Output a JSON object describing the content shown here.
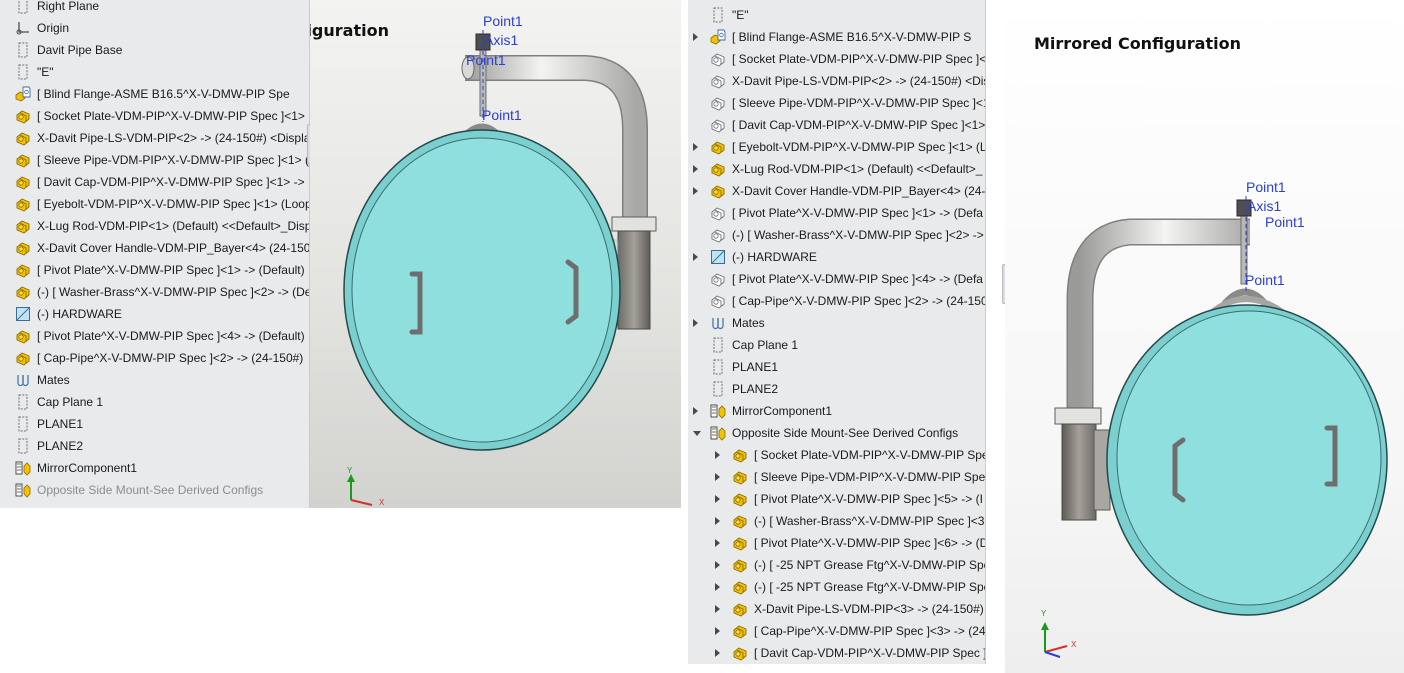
{
  "colors": {
    "panel_bg": "#e9eaec",
    "cover_fill": "#8fdfdf",
    "label_blue": "#2a3fd6",
    "pipe_grey": "#c9c9c9"
  },
  "left_panel": {
    "items": [
      {
        "icon": "plane-icon",
        "label": "Right Plane"
      },
      {
        "icon": "origin-icon",
        "label": "Origin"
      },
      {
        "icon": "plane-icon",
        "label": "Davit Pipe Base"
      },
      {
        "icon": "plane-icon",
        "label": "\"E\""
      },
      {
        "icon": "part-doc-icon",
        "label": "[ Blind Flange-ASME B16.5^X-V-DMW-PIP Spe"
      },
      {
        "icon": "part-icon",
        "label": "[ Socket Plate-VDM-PIP^X-V-DMW-PIP Spec ]<1>"
      },
      {
        "icon": "part-icon",
        "label": "X-Davit Pipe-LS-VDM-PIP<2> -> (24-150#) <Displa"
      },
      {
        "icon": "part-icon",
        "label": "[ Sleeve Pipe-VDM-PIP^X-V-DMW-PIP Spec ]<1> (2"
      },
      {
        "icon": "part-icon",
        "label": "[ Davit Cap-VDM-PIP^X-V-DMW-PIP Spec ]<1> ->"
      },
      {
        "icon": "part-icon",
        "label": "[ Eyebolt-VDM-PIP^X-V-DMW-PIP Spec ]<1> (Loop"
      },
      {
        "icon": "part-icon",
        "label": "X-Lug Rod-VDM-PIP<1> (Default) <<Default>_Disp"
      },
      {
        "icon": "part-icon",
        "label": "X-Davit Cover Handle-VDM-PIP_Bayer<4> (24-150#"
      },
      {
        "icon": "part-icon",
        "label": "[ Pivot Plate^X-V-DMW-PIP Spec ]<1> -> (Default)"
      },
      {
        "icon": "part-icon",
        "label": "(-) [ Washer-Brass^X-V-DMW-PIP Spec ]<2> -> (De"
      },
      {
        "icon": "folder-icon",
        "label": "(-) HARDWARE"
      },
      {
        "icon": "part-icon",
        "label": "[ Pivot Plate^X-V-DMW-PIP Spec ]<4> -> (Default)"
      },
      {
        "icon": "part-icon",
        "label": "[ Cap-Pipe^X-V-DMW-PIP Spec ]<2> -> (24-150#)"
      },
      {
        "icon": "mates-icon",
        "label": "Mates"
      },
      {
        "icon": "plane-icon",
        "label": "Cap Plane 1"
      },
      {
        "icon": "plane-icon",
        "label": "PLANE1"
      },
      {
        "icon": "plane-icon",
        "label": "PLANE2"
      },
      {
        "icon": "mirror-icon",
        "label": "MirrorComponent1"
      },
      {
        "icon": "mirror-icon",
        "label": "Opposite Side Mount-See Derived Configs",
        "dim": true
      }
    ]
  },
  "right_panel": {
    "items": [
      {
        "arrow": "",
        "indent": 0,
        "icon": "plane-icon",
        "label": "\"E\""
      },
      {
        "arrow": "collapsed",
        "indent": 0,
        "icon": "part-doc-icon",
        "label": "[ Blind Flange-ASME B16.5^X-V-DMW-PIP S"
      },
      {
        "arrow": "",
        "indent": 0,
        "icon": "suppressed-part-icon",
        "label": "[ Socket Plate-VDM-PIP^X-V-DMW-PIP Spec ]<1"
      },
      {
        "arrow": "",
        "indent": 0,
        "icon": "suppressed-part-icon",
        "label": "X-Davit Pipe-LS-VDM-PIP<2> -> (24-150#) <Dis"
      },
      {
        "arrow": "",
        "indent": 0,
        "icon": "suppressed-part-icon",
        "label": "[ Sleeve Pipe-VDM-PIP^X-V-DMW-PIP Spec ]<1"
      },
      {
        "arrow": "",
        "indent": 0,
        "icon": "suppressed-part-icon",
        "label": "[ Davit Cap-VDM-PIP^X-V-DMW-PIP Spec ]<1>"
      },
      {
        "arrow": "collapsed",
        "indent": 0,
        "icon": "part-icon",
        "label": "[ Eyebolt-VDM-PIP^X-V-DMW-PIP Spec ]<1> (L"
      },
      {
        "arrow": "collapsed",
        "indent": 0,
        "icon": "part-icon",
        "label": "X-Lug Rod-VDM-PIP<1> (Default) <<Default>_"
      },
      {
        "arrow": "collapsed",
        "indent": 0,
        "icon": "part-icon",
        "label": "X-Davit Cover Handle-VDM-PIP_Bayer<4> (24-1"
      },
      {
        "arrow": "",
        "indent": 0,
        "icon": "suppressed-part-icon",
        "label": "[ Pivot Plate^X-V-DMW-PIP Spec ]<1> -> (Defa"
      },
      {
        "arrow": "",
        "indent": 0,
        "icon": "suppressed-part-icon",
        "label": "(-) [ Washer-Brass^X-V-DMW-PIP Spec ]<2> ->"
      },
      {
        "arrow": "collapsed",
        "indent": 0,
        "icon": "folder-icon",
        "label": "(-) HARDWARE"
      },
      {
        "arrow": "",
        "indent": 0,
        "icon": "suppressed-part-icon",
        "label": "[ Pivot Plate^X-V-DMW-PIP Spec ]<4> -> (Defa"
      },
      {
        "arrow": "",
        "indent": 0,
        "icon": "suppressed-part-icon",
        "label": "[ Cap-Pipe^X-V-DMW-PIP Spec ]<2> -> (24-150"
      },
      {
        "arrow": "collapsed",
        "indent": 0,
        "icon": "mates-icon",
        "label": "Mates"
      },
      {
        "arrow": "",
        "indent": 0,
        "icon": "plane-icon",
        "label": "Cap Plane 1"
      },
      {
        "arrow": "",
        "indent": 0,
        "icon": "plane-icon",
        "label": "PLANE1"
      },
      {
        "arrow": "",
        "indent": 0,
        "icon": "plane-icon",
        "label": "PLANE2"
      },
      {
        "arrow": "collapsed",
        "indent": 0,
        "icon": "mirror-icon",
        "label": "MirrorComponent1"
      },
      {
        "arrow": "expanded",
        "indent": 0,
        "icon": "mirror-icon",
        "label": "Opposite Side Mount-See Derived Configs"
      },
      {
        "arrow": "collapsed",
        "indent": 1,
        "icon": "part-icon",
        "label": "[ Socket Plate-VDM-PIP^X-V-DMW-PIP Spe"
      },
      {
        "arrow": "collapsed",
        "indent": 1,
        "icon": "part-icon",
        "label": "[ Sleeve Pipe-VDM-PIP^X-V-DMW-PIP Spec"
      },
      {
        "arrow": "collapsed",
        "indent": 1,
        "icon": "part-icon",
        "label": "[ Pivot Plate^X-V-DMW-PIP Spec ]<5> -> (I"
      },
      {
        "arrow": "collapsed",
        "indent": 1,
        "icon": "part-icon",
        "label": "(-) [ Washer-Brass^X-V-DMW-PIP Spec ]<3>"
      },
      {
        "arrow": "collapsed",
        "indent": 1,
        "icon": "part-icon",
        "label": "[ Pivot Plate^X-V-DMW-PIP Spec ]<6> -> (D"
      },
      {
        "arrow": "collapsed",
        "indent": 1,
        "icon": "part-icon",
        "label": "(-) [ -25 NPT Grease Ftg^X-V-DMW-PIP Spe"
      },
      {
        "arrow": "collapsed",
        "indent": 1,
        "icon": "part-icon",
        "label": "(-) [ -25 NPT Grease Ftg^X-V-DMW-PIP Spe"
      },
      {
        "arrow": "collapsed",
        "indent": 1,
        "icon": "part-icon",
        "label": "X-Davit Pipe-LS-VDM-PIP<3> -> (24-150#)"
      },
      {
        "arrow": "collapsed",
        "indent": 1,
        "icon": "part-icon",
        "label": "[ Cap-Pipe^X-V-DMW-PIP Spec ]<3> -> (24"
      },
      {
        "arrow": "collapsed",
        "indent": 1,
        "icon": "part-icon",
        "label": "[ Davit Cap-VDM-PIP^X-V-DMW-PIP Spec ]"
      }
    ]
  },
  "viewport_left": {
    "title": "Base Configuration",
    "labels": {
      "point_top": "Point1",
      "axis": "Axis1",
      "point_mid": "Point1",
      "point_low": "Point1"
    },
    "triad": {
      "y": "Y",
      "x": "X"
    }
  },
  "viewport_right": {
    "title": "Mirrored Configuration",
    "labels": {
      "point_top": "Point1",
      "axis": "Axis1",
      "point_mid": "Point1",
      "point_low": "Point1"
    },
    "triad": {
      "y": "Y",
      "x": "X"
    }
  }
}
